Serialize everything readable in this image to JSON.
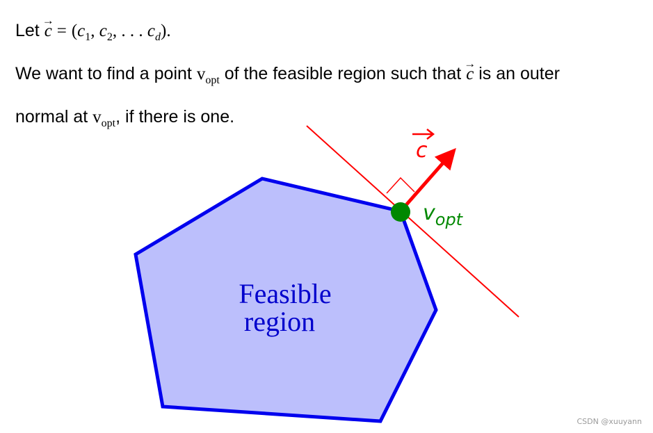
{
  "intro": {
    "let_word": "Let",
    "c_symbol": "c",
    "equals": "=",
    "tuple_open": "(",
    "c1": "c",
    "c1_sub": "1",
    "comma1": ", ",
    "c2": "c",
    "c2_sub": "2",
    "ellipsis": ", . . . ",
    "cd": "c",
    "cd_sub": "d",
    "tuple_close": ").",
    "sentence_a": "We want to find a point",
    "v_symbol": "v",
    "v_sub": "opt",
    "sentence_b": "of the feasible region such that",
    "sentence_c": "is an outer",
    "sentence_d": "normal at",
    "sentence_e": ", if there is one."
  },
  "diagram": {
    "region_label_line1": "Feasible",
    "region_label_line2": "region",
    "vertex_label_main": "v",
    "vertex_label_sub": "opt",
    "vector_label": "c",
    "region_fill": "#bcbffc",
    "region_stroke": "#0000ee",
    "line_color": "#ff0000",
    "vertex_color": "#008800",
    "label_blue": "#0000cc",
    "label_green": "#008800"
  },
  "watermark": "CSDN @xuuyann"
}
